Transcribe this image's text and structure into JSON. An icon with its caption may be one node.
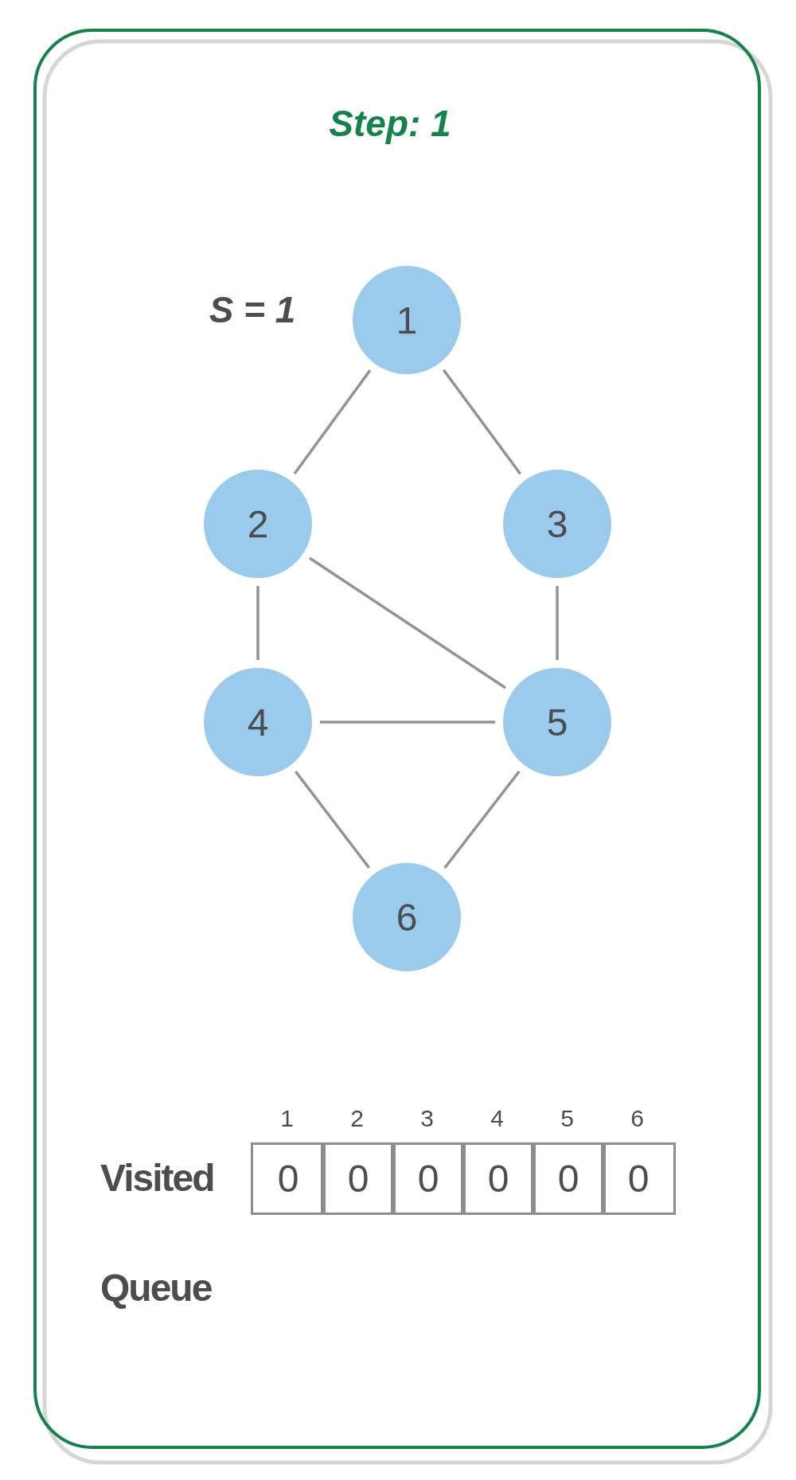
{
  "diagram": {
    "title": "Step: 1",
    "nodes": [
      {
        "text": [
          "1"
        ]
      },
      {
        "text": [
          "2"
        ]
      },
      {
        "text": [
          "3"
        ]
      },
      {
        "text": [
          "4"
        ]
      },
      {
        "text": [
          "5"
        ]
      },
      {
        "text": [
          "6"
        ]
      }
    ],
    "edges": [
      {
        "from": 0,
        "to": 1,
        "arrow": "none"
      },
      {
        "from": 0,
        "to": 2,
        "arrow": "none"
      },
      {
        "from": 1,
        "to": 3,
        "arrow": "none"
      },
      {
        "from": 1,
        "to": 4,
        "arrow": "none"
      },
      {
        "from": 2,
        "to": 4,
        "arrow": "none"
      },
      {
        "from": 3,
        "to": 4,
        "arrow": "none"
      },
      {
        "from": 3,
        "to": 5,
        "arrow": "none"
      },
      {
        "from": 4,
        "to": 5,
        "arrow": "none"
      }
    ],
    "labels": [
      "S = 1",
      "1",
      "2",
      "3",
      "4",
      "5",
      "6",
      "Visited",
      "0",
      "0",
      "0",
      "0",
      "0",
      "0",
      "Queue"
    ]
  }
}
